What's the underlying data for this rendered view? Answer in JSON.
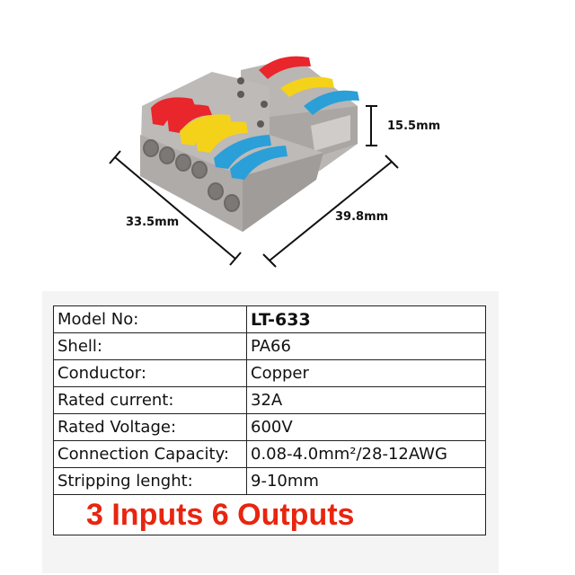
{
  "dimensions": {
    "height": "15.5mm",
    "width": "33.5mm",
    "length": "39.8mm"
  },
  "colors": {
    "lever_red": "#e8262c",
    "lever_yellow": "#f5d21a",
    "lever_blue": "#2a9fd8",
    "housing_gray": "#b3b0ae",
    "highlight_text": "#e8250f"
  },
  "specs": [
    {
      "label": "Model No:",
      "value": "LT-633"
    },
    {
      "label": "Shell:",
      "value": "PA66"
    },
    {
      "label": "Conductor:",
      "value": "Copper"
    },
    {
      "label": "Rated current:",
      "value": "32A"
    },
    {
      "label": "Rated Voltage:",
      "value": "600V"
    },
    {
      "label": "Connection Capacity:",
      "value": "0.08-4.0mm²/28-12AWG"
    },
    {
      "label": "Stripping lenght:",
      "value": "9-10mm"
    }
  ],
  "footer": "3 Inputs 6 Outputs"
}
